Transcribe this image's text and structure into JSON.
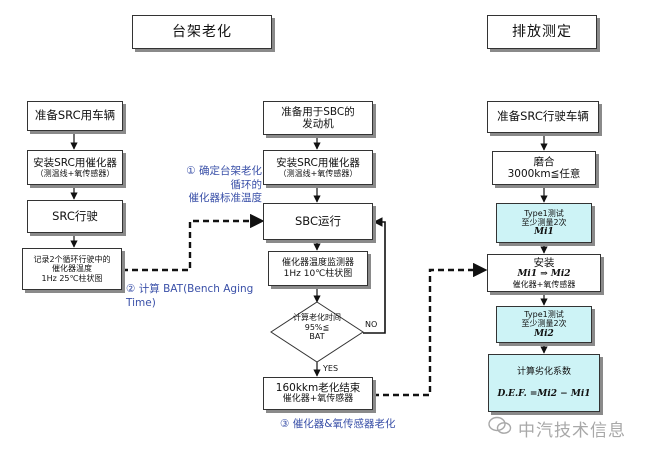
{
  "headers": {
    "bench_aging": "台架老化",
    "emission_test": "排放测定"
  },
  "left_column": {
    "prepare_vehicle": "准备SRC用车辆",
    "install_catalyst_line1": "安装SRC用催化器",
    "install_catalyst_line2": "（测温线+氧传感器）",
    "src_drive": "SRC行驶",
    "record_line1": "记录2个循环行驶中的",
    "record_line2": "催化器温度",
    "record_line3": "1Hz 25℃柱状图"
  },
  "middle_column": {
    "prepare_engine_line1": "准备用于SBC的",
    "prepare_engine_line2": "发动机",
    "install_catalyst_line1": "安装SRC用催化器",
    "install_catalyst_line2": "（测温线+氧传感器）",
    "sbc_run": "SBC运行",
    "monitor_line1": "催化器温度监测器",
    "monitor_line2": "1Hz 10℃柱状图",
    "decision_line1": "计算老化时间",
    "decision_line2": "95%≦",
    "decision_line3": "BAT",
    "no_label": "NO",
    "yes_label": "YES",
    "end_line1": "160kkm老化结束",
    "end_line2": "催化器+氧传感器"
  },
  "right_column": {
    "prepare_vehicle": "准备SRC行驶车辆",
    "breakin_line1": "磨合",
    "breakin_line2": "3000km≦任意",
    "test1_line1": "Type1测试",
    "test1_line2": "至少测量2次",
    "test1_line3": "Mi1",
    "install_line1": "安装",
    "install_line2": "Mi1 ⇒ Mi2",
    "install_line3": "催化器+氧传感器",
    "test2_line1": "Type1测试",
    "test2_line2": "至少测量2次",
    "test2_line3": "Mi2",
    "factor_title": "计算劣化系数",
    "factor_formula": "D.E.F. =Mi2 − Mi1"
  },
  "notes": {
    "note1_line1": "① 确定台架老化",
    "note1_line2": "循环的",
    "note1_line3": "催化器标准温度",
    "note2_line1": "② 计算 BAT(Bench Aging",
    "note2_line2": "Time)",
    "note3": "③ 催化器&氧传感器老化"
  },
  "watermark": "中汽技术信息",
  "colors": {
    "note_blue": "#3a50a8",
    "highlight_cyan": "#cdf3f6",
    "border": "#333333"
  }
}
